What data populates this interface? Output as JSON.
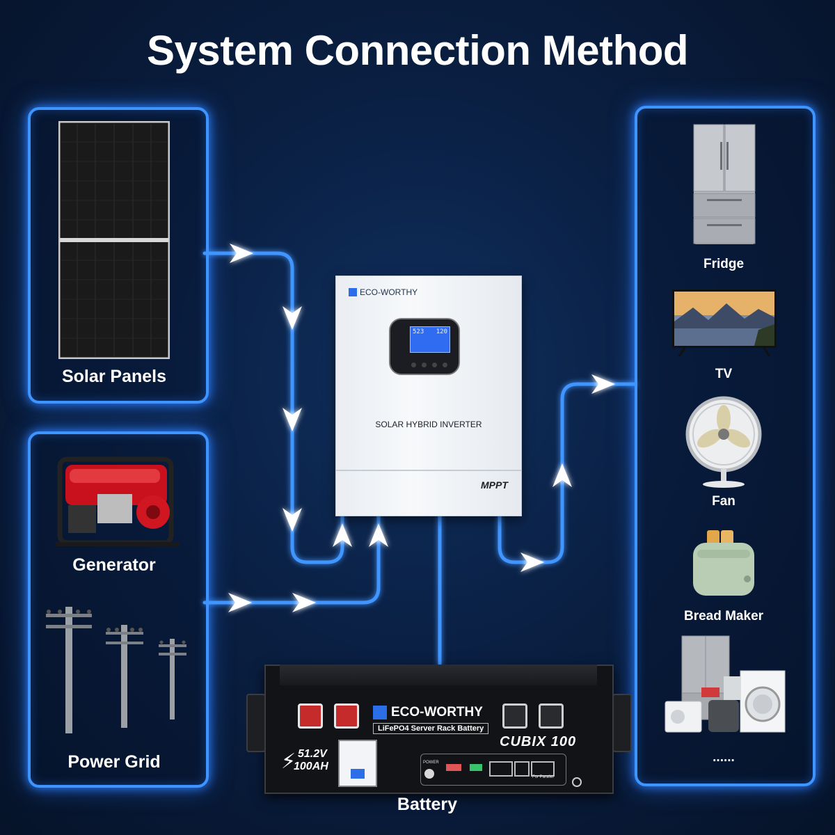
{
  "title": "System Connection Method",
  "sources": {
    "solar_panels": "Solar Panels",
    "generator": "Generator",
    "power_grid": "Power Grid"
  },
  "inverter": {
    "brand": "ECO-WORTHY",
    "name": "SOLAR HYBRID INVERTER",
    "mppt": "MPPT",
    "screen_left": "523",
    "screen_right": "120"
  },
  "battery": {
    "label": "Battery",
    "brand": "ECO-WORTHY",
    "subtitle": "LiFePO4 Server Rack Battery",
    "model": "CUBIX 100",
    "voltage": "51.2V",
    "capacity": "100AH",
    "power_label": "POWER",
    "parallel_label": "For Parallel"
  },
  "loads": {
    "fridge": "Fridge",
    "tv": "TV",
    "fan": "Fan",
    "bread_maker": "Bread Maker",
    "more": "......"
  },
  "colors": {
    "background": "#0a1f42",
    "glow": "#3f95ff",
    "arrow": "#ffffff"
  }
}
